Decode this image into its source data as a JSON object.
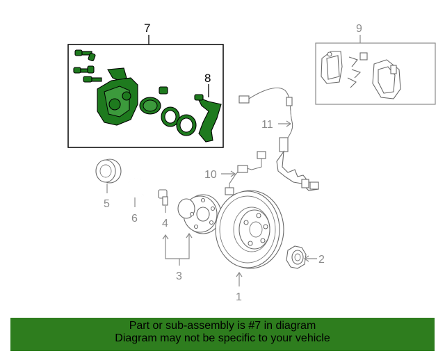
{
  "callouts": {
    "c1": "1",
    "c2": "2",
    "c3": "3",
    "c4": "4",
    "c5": "5",
    "c6": "6",
    "c7": "7",
    "c8": "8",
    "c9": "9",
    "c10": "10",
    "c11": "11"
  },
  "banner": {
    "line1": "Part or sub-assembly is #7 in diagram",
    "line2": "Diagram may not be specific to your vehicle"
  },
  "colors": {
    "highlight": "#1e7a1e",
    "banner_bg": "#2e7d1e",
    "line_art": "#8a8a8a"
  }
}
